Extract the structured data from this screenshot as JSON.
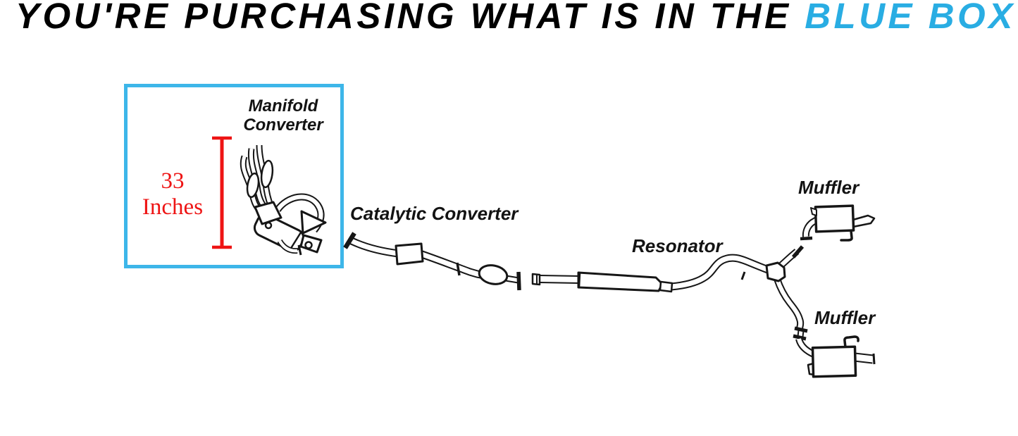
{
  "title": {
    "text_black": "YOU'RE PURCHASING WHAT IS IN THE ",
    "text_blue": "BLUE BOX"
  },
  "colors": {
    "title_highlight": "#29ade3",
    "blue_box_border": "#3db6e9",
    "measurement_red": "#ee1414",
    "line_art": "#161616"
  },
  "blue_box": {
    "measurement": {
      "value": "33",
      "unit": "Inches"
    },
    "part": {
      "name_line1": "Manifold",
      "name_line2": "Converter"
    }
  },
  "labels": {
    "catalytic_converter": "Catalytic Converter",
    "resonator": "Resonator",
    "muffler_top": "Muffler",
    "muffler_bottom": "Muffler"
  }
}
